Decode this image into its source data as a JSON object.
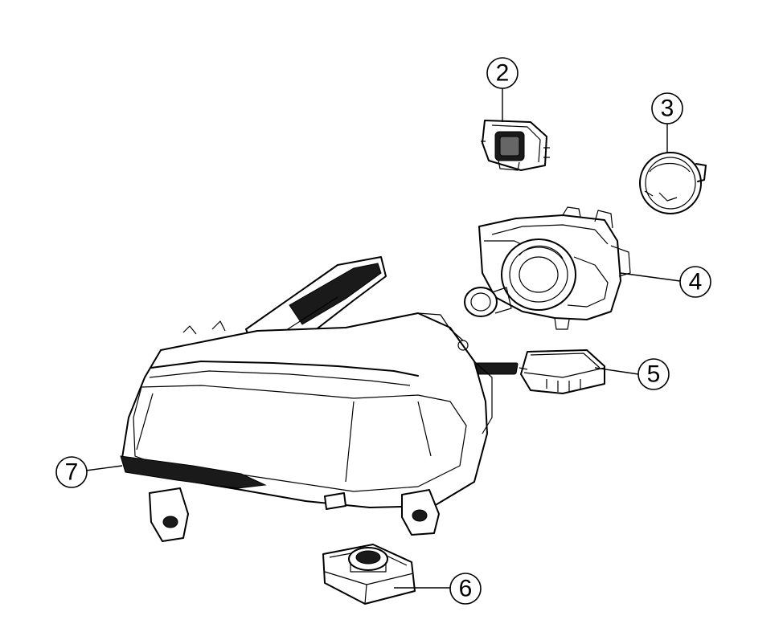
{
  "callouts": [
    {
      "id": "2",
      "label": "2"
    },
    {
      "id": "3",
      "label": "3"
    },
    {
      "id": "4",
      "label": "4"
    },
    {
      "id": "5",
      "label": "5"
    },
    {
      "id": "6",
      "label": "6"
    },
    {
      "id": "7",
      "label": "7"
    }
  ]
}
